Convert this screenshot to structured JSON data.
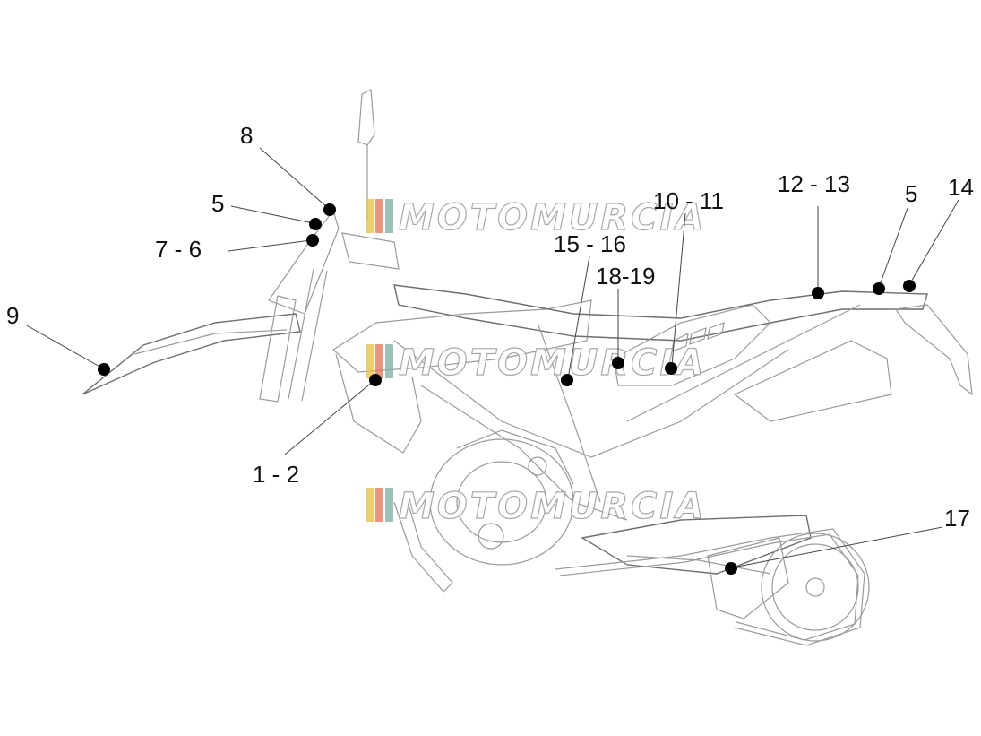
{
  "watermark": {
    "text": "MOTOMURCIA",
    "stripe_colors": [
      "#e8c24a",
      "#e07a5f",
      "#7fb3a8"
    ]
  },
  "callouts": [
    {
      "id": "c8",
      "label": "8"
    },
    {
      "id": "c5a",
      "label": "5"
    },
    {
      "id": "c76",
      "label": "7 - 6"
    },
    {
      "id": "c9",
      "label": "9"
    },
    {
      "id": "c12",
      "label": "1 - 2"
    },
    {
      "id": "c1516",
      "label": "15 - 16"
    },
    {
      "id": "c1819",
      "label": "18-19"
    },
    {
      "id": "c1011",
      "label": "10 - 11"
    },
    {
      "id": "c1213",
      "label": "12 - 13"
    },
    {
      "id": "c5b",
      "label": "5"
    },
    {
      "id": "c14",
      "label": "14"
    },
    {
      "id": "c17",
      "label": "17"
    }
  ]
}
